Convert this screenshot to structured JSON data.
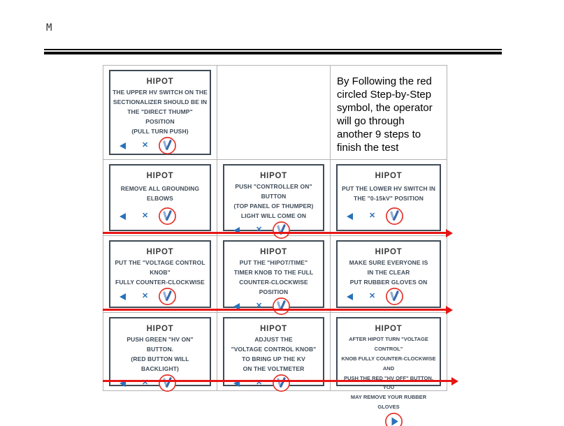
{
  "page": {
    "corner_label": "M"
  },
  "colors": {
    "accent_blue": "#2a72b8",
    "accent_red": "#e81515",
    "card_border": "#3f4a56",
    "grid_line": "#b3b3b3"
  },
  "icons": {
    "back_glyph": "◀",
    "close_glyph": "✕"
  },
  "note": {
    "text": "By Following the red circled Step-by-Step symbol, the operator will go through another 9 steps to finish the test"
  },
  "cards": [
    {
      "cell": "r1c1",
      "title": "HIPOT",
      "lines": [
        "THE UPPER HV SWITCH ON THE",
        "SECTIONALIZER SHOULD BE IN",
        "THE \"DIRECT THUMP\" POSITION",
        "(PULL TURN PUSH)"
      ],
      "footer": "nav"
    },
    {
      "cell": "r2c1",
      "title": "HIPOT",
      "lines": [
        "REMOVE ALL GROUNDING ELBOWS"
      ],
      "footer": "nav"
    },
    {
      "cell": "r2c2",
      "title": "HIPOT",
      "lines": [
        "PUSH \"CONTROLLER ON\" BUTTON",
        "(TOP PANEL OF THUMPER)",
        "LIGHT WILL COME ON"
      ],
      "footer": "nav"
    },
    {
      "cell": "r2c3",
      "title": "HIPOT",
      "lines": [
        "PUT THE LOWER HV SWITCH IN",
        "THE \"0-15kV\" POSITION"
      ],
      "footer": "nav"
    },
    {
      "cell": "r3c1",
      "title": "HIPOT",
      "lines": [
        "PUT THE \"VOLTAGE CONTROL KNOB\"",
        "FULLY COUNTER-CLOCKWISE"
      ],
      "footer": "nav"
    },
    {
      "cell": "r3c2",
      "title": "HIPOT",
      "lines": [
        "PUT THE \"HIPOT/TIME\"",
        "TIMER KNOB TO THE FULL",
        "COUNTER-CLOCKWISE",
        "POSITION"
      ],
      "footer": "nav"
    },
    {
      "cell": "r3c3",
      "title": "HIPOT",
      "lines": [
        "MAKE SURE EVERYONE IS",
        "IN THE CLEAR",
        "PUT RUBBER GLOVES ON"
      ],
      "footer": "nav"
    },
    {
      "cell": "r4c1",
      "title": "HIPOT",
      "lines": [
        "PUSH GREEN \"HV ON\" BUTTON.",
        "(RED BUTTON WILL BACKLIGHT)"
      ],
      "footer": "nav"
    },
    {
      "cell": "r4c2",
      "title": "HIPOT",
      "lines": [
        "ADJUST THE",
        "\"VOLTAGE CONTROL KNOB\"",
        "TO BRING UP THE KV",
        "ON THE VOLTMETER"
      ],
      "footer": "nav"
    },
    {
      "cell": "r4c3",
      "title": "HIPOT",
      "small": true,
      "lines": [
        "AFTER HIPOT TURN \"VOLTAGE CONTROL\"",
        "KNOB FULLY COUNTER-CLOCKWISE AND",
        "PUSH THE RED \"HV OFF\" BUTTON. YOU",
        "MAY REMOVE YOUR RUBBER GLOVES"
      ],
      "footer": "play"
    }
  ]
}
